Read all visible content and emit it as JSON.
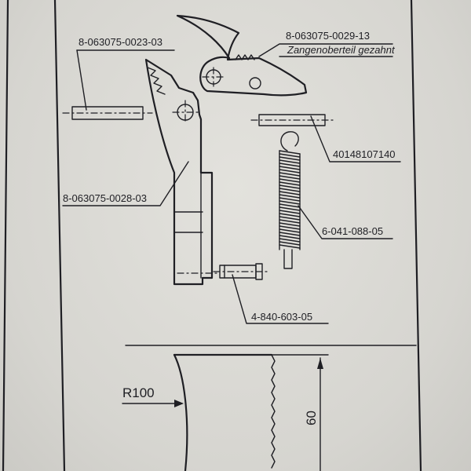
{
  "parts": {
    "upper_pin": "8-063075-0023-03",
    "upper_jaw": "8-063075-0029-13",
    "upper_jaw_name": "Zangenoberteil gezahnt",
    "spring_pin": "40148107140",
    "lower_jaw": "8-063075-0028-03",
    "spring": "6-041-088-05",
    "bolt": "4-840-603-05"
  },
  "dimensions": {
    "radius": "R100",
    "height": "60"
  }
}
